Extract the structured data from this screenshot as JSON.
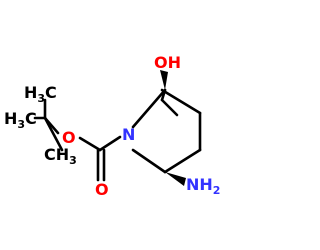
{
  "molecule": {
    "atoms": {
      "hydroxyl": "OH",
      "amine": {
        "main": "NH",
        "sub": "2"
      },
      "ring_nitrogen": "N",
      "ester_oxygen": "O",
      "carbonyl_oxygen": "O",
      "methyl_top": {
        "main": "H",
        "sub": "3",
        "tail": "C"
      },
      "methyl_left": {
        "main": "H",
        "sub": "3",
        "tail": "C"
      },
      "methyl_bottom": {
        "main": "CH",
        "sub": "3"
      }
    },
    "colors": {
      "carbon": "#000000",
      "nitrogen": "#3333ff",
      "oxygen": "#ff0000"
    }
  }
}
